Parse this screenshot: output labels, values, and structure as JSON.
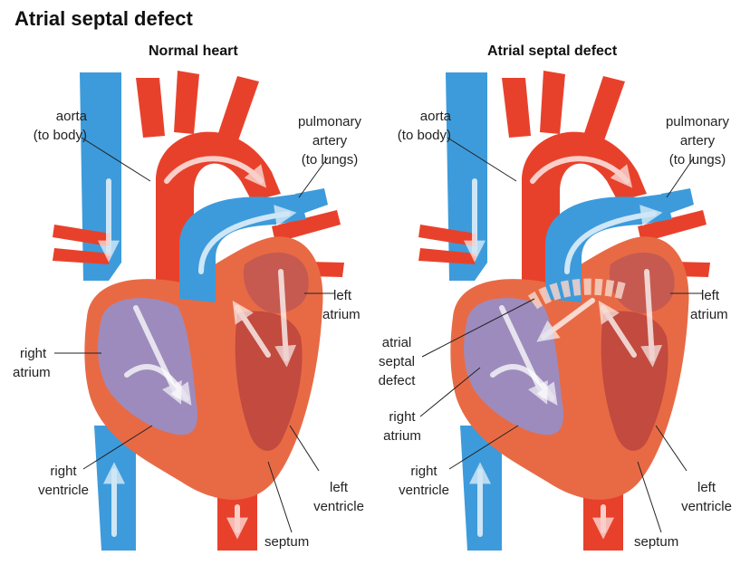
{
  "title": "Atrial septal defect",
  "colors": {
    "oxygenated": "#e8412b",
    "deoxygenated": "#3d9bdb",
    "chamber": "#9d8bbd",
    "wall": "#e86a45",
    "leader": "#222222"
  },
  "panels": [
    {
      "title": "Normal heart",
      "labels": {
        "aorta": [
          "aorta",
          "(to body)"
        ],
        "pulmonary": [
          "pulmonary",
          "artery",
          "(to lungs)"
        ],
        "left_atrium": [
          "left",
          "atrium"
        ],
        "right_atrium": [
          "right",
          "atrium"
        ],
        "right_ventricle": [
          "right",
          "ventricle"
        ],
        "left_ventricle": [
          "left",
          "ventricle"
        ],
        "septum": "septum"
      }
    },
    {
      "title": "Atrial septal defect",
      "labels": {
        "aorta": [
          "aorta",
          "(to body)"
        ],
        "pulmonary": [
          "pulmonary",
          "artery",
          "(to lungs)"
        ],
        "left_atrium": [
          "left",
          "atrium"
        ],
        "defect": [
          "atrial",
          "septal",
          "defect"
        ],
        "right_atrium": [
          "right",
          "atrium"
        ],
        "right_ventricle": [
          "right",
          "ventricle"
        ],
        "left_ventricle": [
          "left",
          "ventricle"
        ],
        "septum": "septum"
      }
    }
  ]
}
